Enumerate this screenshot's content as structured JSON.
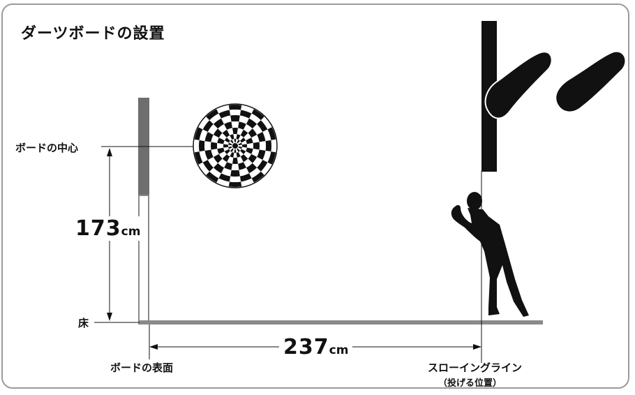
{
  "title": "ダーツボードの設置",
  "labels": {
    "board_center": "ボードの中心",
    "floor": "床",
    "board_surface": "ボードの表面",
    "throw_line": "スローイングライン",
    "throw_line_note": "（投げる位置）"
  },
  "measurements": {
    "height": {
      "value": "173",
      "unit": "cm"
    },
    "distance": {
      "value": "237",
      "unit": "cm"
    }
  },
  "colors": {
    "wall": "#6e6e6e",
    "floor": "#8a8a8a",
    "ink": "#111111",
    "frame": "#9a9a9a"
  },
  "icons": [
    "dartboard-icon",
    "thrower-silhouette-icon",
    "footprint-icon"
  ]
}
